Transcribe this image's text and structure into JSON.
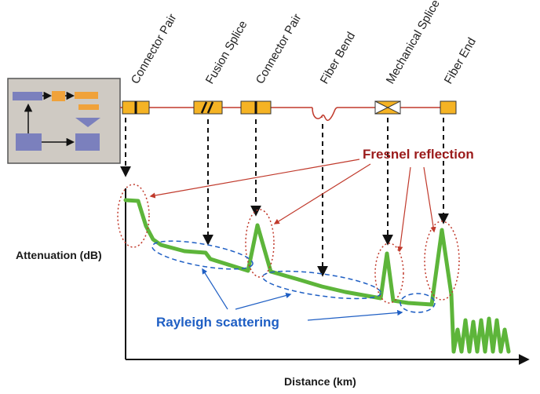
{
  "events": [
    {
      "id": "connector-pair-1",
      "label": "Connector Pair",
      "symbol": "connector"
    },
    {
      "id": "fusion-splice",
      "label": "Fusion Splice",
      "symbol": "fusion"
    },
    {
      "id": "connector-pair-2",
      "label": "Connector Pair",
      "symbol": "connector"
    },
    {
      "id": "fiber-bend",
      "label": "Fiber Bend",
      "symbol": "bend"
    },
    {
      "id": "mechanical-splice",
      "label": "Mechanical Splice",
      "symbol": "mechanical"
    },
    {
      "id": "fiber-end",
      "label": "Fiber End",
      "symbol": "end"
    }
  ],
  "axes": {
    "ylabel": "Attenuation (dB)",
    "xlabel": "Distance (km)"
  },
  "annotations": {
    "fresnel": "Fresnel reflection",
    "rayleigh": "Rayleigh scattering"
  },
  "colors": {
    "trace": "#5db53a",
    "fiber_line": "#c0392b",
    "component_fill": "#f5b324",
    "fresnel": "#9b1b1b",
    "rayleigh": "#1f5fc4",
    "instrument_bg": "#cfcac3",
    "instrument_block": "#7b80bd",
    "instrument_orange": "#f0a23a"
  },
  "icons": {
    "instrument": "otdr-instrument-icon",
    "connector": "connector-pair-icon",
    "fusion": "fusion-splice-icon",
    "bend": "fiber-bend-icon",
    "mechanical": "mechanical-splice-icon",
    "end": "fiber-end-icon"
  }
}
